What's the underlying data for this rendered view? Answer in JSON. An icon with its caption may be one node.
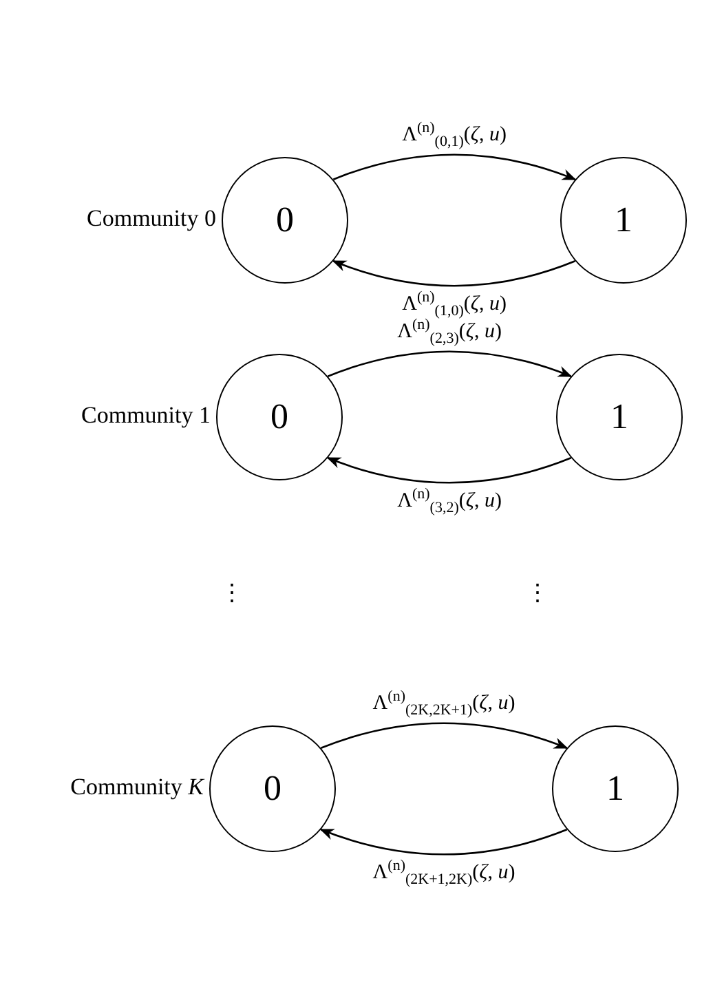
{
  "diagram": {
    "nodes": [
      {
        "text": [
          "0"
        ],
        "beside": [
          "Community 0"
        ]
      },
      {
        "text": [
          "1"
        ]
      },
      {
        "text": [
          "0"
        ],
        "beside": [
          "Community 1"
        ]
      },
      {
        "text": [
          "1"
        ]
      },
      {
        "text": [
          "0"
        ],
        "beside": [
          "Community *K*"
        ]
      },
      {
        "text": [
          "1"
        ]
      }
    ],
    "edges": [
      {
        "from": 0,
        "to": 1,
        "arrow": "to",
        "label": "Λ$^{(n)}$$_{(0,1)}$(*ζ*, *u*)"
      },
      {
        "from": 1,
        "to": 0,
        "arrow": "to",
        "label": "Λ$^{(n)}$$_{(1,0)}$(*ζ*, *u*)"
      },
      {
        "from": 2,
        "to": 3,
        "arrow": "to",
        "label": "Λ$^{(n)}$$_{(2,3)}$(*ζ*, *u*)"
      },
      {
        "from": 3,
        "to": 2,
        "arrow": "to",
        "label": "Λ$^{(n)}$$_{(3,2)}$(*ζ*, *u*)"
      },
      {
        "from": 4,
        "to": 5,
        "arrow": "to",
        "label": "Λ$^{(n)}$$_{(2K,2K+1)}$(*ζ*, *u*)"
      },
      {
        "from": 5,
        "to": 4,
        "arrow": "to",
        "label": "Λ$^{(n)}$$_{(2K+1,2K)}$(*ζ*, *u*)"
      }
    ],
    "labels": [
      "⋮",
      "⋮"
    ]
  }
}
